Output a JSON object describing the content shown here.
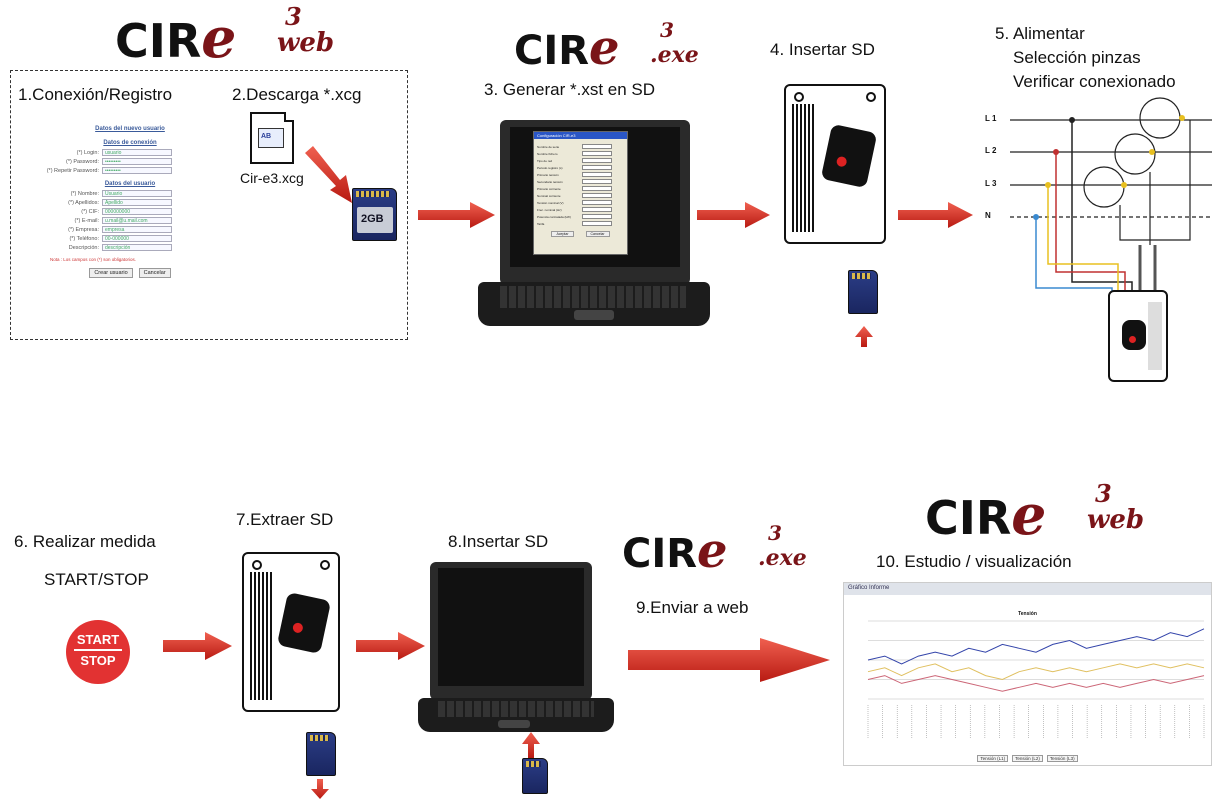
{
  "logos": {
    "web_main": {
      "brand": "CIR",
      "e": "e",
      "sup": "3",
      "sub": "web"
    },
    "exe": {
      "brand": "CIR",
      "e": "e",
      "sup": "3",
      "sub": ".exe"
    }
  },
  "steps": {
    "s1": "1.Conexión/Registro",
    "s2": "2.Descarga *.xcg",
    "s2_file": "Cir-e3.xcg",
    "s3": "3. Generar *.xst en SD",
    "s4": "4. Insertar SD",
    "s5a": "5. Alimentar",
    "s5b": "Selección pinzas",
    "s5c": "Verificar conexionado",
    "s6a": "6. Realizar medida",
    "s6b": "START/STOP",
    "s7": "7.Extraer SD",
    "s8": "8.Insertar SD",
    "s9": "9.Enviar a web",
    "s10": "10. Estudio / visualización"
  },
  "start_stop": {
    "top": "START",
    "bottom": "STOP"
  },
  "sd_label": "2GB",
  "registration_form": {
    "title": "Datos del nuevo usuario",
    "conn_heading": "Datos de conexión",
    "conn_fields": [
      {
        "label": "(*) Login:",
        "value": "usuario"
      },
      {
        "label": "(*) Password:",
        "value": "•••••••••"
      },
      {
        "label": "(*) Repetir Password:",
        "value": "•••••••••"
      }
    ],
    "user_heading": "Datos del usuario",
    "user_fields": [
      {
        "label": "(*) Nombre:",
        "value": "Usuario"
      },
      {
        "label": "(*) Apellidos:",
        "value": "Apellido"
      },
      {
        "label": "(*) CIF:",
        "value": "000000000"
      },
      {
        "label": "(*) E-mail:",
        "value": "u.mail@u.mail.com"
      },
      {
        "label": "(*) Empresa:",
        "value": "empresa"
      },
      {
        "label": "(*) Teléfono:",
        "value": "00-000000"
      },
      {
        "label": "Descripción:",
        "value": "descripción"
      }
    ],
    "note": "Nota : Los campos con (*) son obligatorios.",
    "create_btn": "Crear usuario",
    "cancel_btn": "Cancelar"
  },
  "dialog": {
    "title": "Configuración CIR-e3",
    "fields": [
      "Nombre de serie",
      "Nombre fichero",
      "Tipo de red",
      "Periodo registro (s)",
      "Primario tensión",
      "Secundario tensión",
      "Primario corriente",
      "Nominal corriente",
      "Tensión nominal (V)",
      "Frec. nominal (Hz)",
      "Potencia contratada (kW)",
      "Tarifa"
    ],
    "accept": "Aceptar",
    "cancel": "Cancelar"
  },
  "phases": [
    "L 1",
    "L 2",
    "L 3",
    "N"
  ],
  "chart_shot": {
    "header": "Gráfico Informe",
    "title": "Tensión",
    "legend": [
      "Tensión (L1)",
      "Tensión (L2)",
      "Tensión (L3)"
    ]
  },
  "chart_data": {
    "type": "line",
    "title": "Tensión",
    "series": [
      {
        "name": "Tensión (L1)",
        "color": "#3344aa",
        "values": [
          230,
          231,
          229,
          231,
          232,
          231,
          233,
          232,
          234,
          233,
          232,
          234,
          235,
          233,
          234,
          235,
          236,
          235,
          237,
          236,
          238
        ]
      },
      {
        "name": "Tensión (L2)",
        "color": "#e0c060",
        "values": [
          227,
          228,
          226,
          228,
          229,
          227,
          228,
          226,
          225,
          227,
          228,
          227,
          228,
          227,
          228,
          229,
          228,
          229,
          228,
          229,
          228
        ]
      },
      {
        "name": "Tensión (L3)",
        "color": "#cc6677",
        "values": [
          225,
          226,
          224,
          225,
          226,
          225,
          224,
          223,
          222,
          223,
          224,
          223,
          224,
          223,
          224,
          223,
          224,
          225,
          224,
          225,
          226
        ]
      }
    ]
  },
  "colors": {
    "arrow": "#d42a20",
    "logo_accent": "#7a1418",
    "start_stop": "#e23232"
  }
}
